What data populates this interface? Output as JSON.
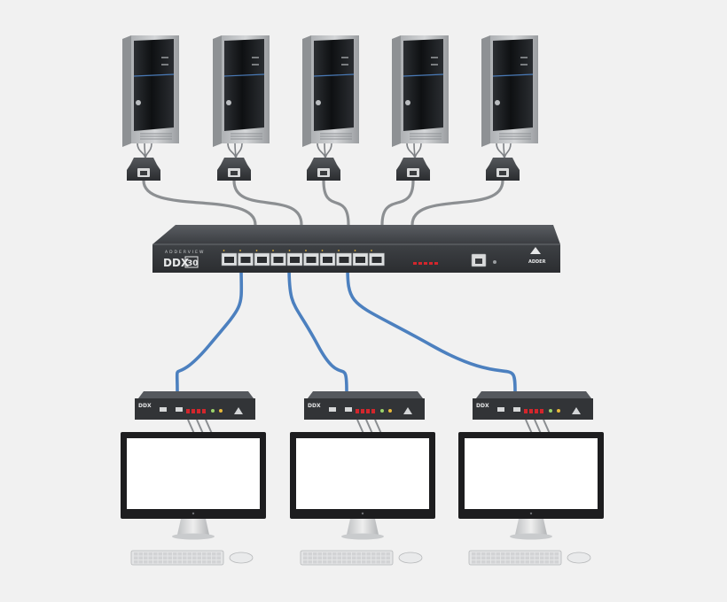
{
  "switch_unit": {
    "product_name": "DDX",
    "model_number": "30",
    "series_caption": "ADDERVIEW",
    "brand_name": "ADDER",
    "copper_ports": 10
  },
  "computers": [
    {
      "id": "computer-1"
    },
    {
      "id": "computer-2"
    },
    {
      "id": "computer-3"
    },
    {
      "id": "computer-4"
    },
    {
      "id": "computer-5"
    }
  ],
  "user_stations": [
    {
      "id": "station-1",
      "badge": "DDX"
    },
    {
      "id": "station-2",
      "badge": "DDX"
    },
    {
      "id": "station-3",
      "badge": "DDX"
    }
  ],
  "colors": {
    "background": "#f1f1f1",
    "server_case": "#c7c9cc",
    "server_front": "#151719",
    "switch_body": "#3c3e42",
    "uplink_cable": "#8c8f92",
    "cat_cable": "#4c80bf",
    "monitor_bezel": "#1d1d1f",
    "monitor_screen": "#ffffff",
    "status_led": "#d3262c"
  }
}
